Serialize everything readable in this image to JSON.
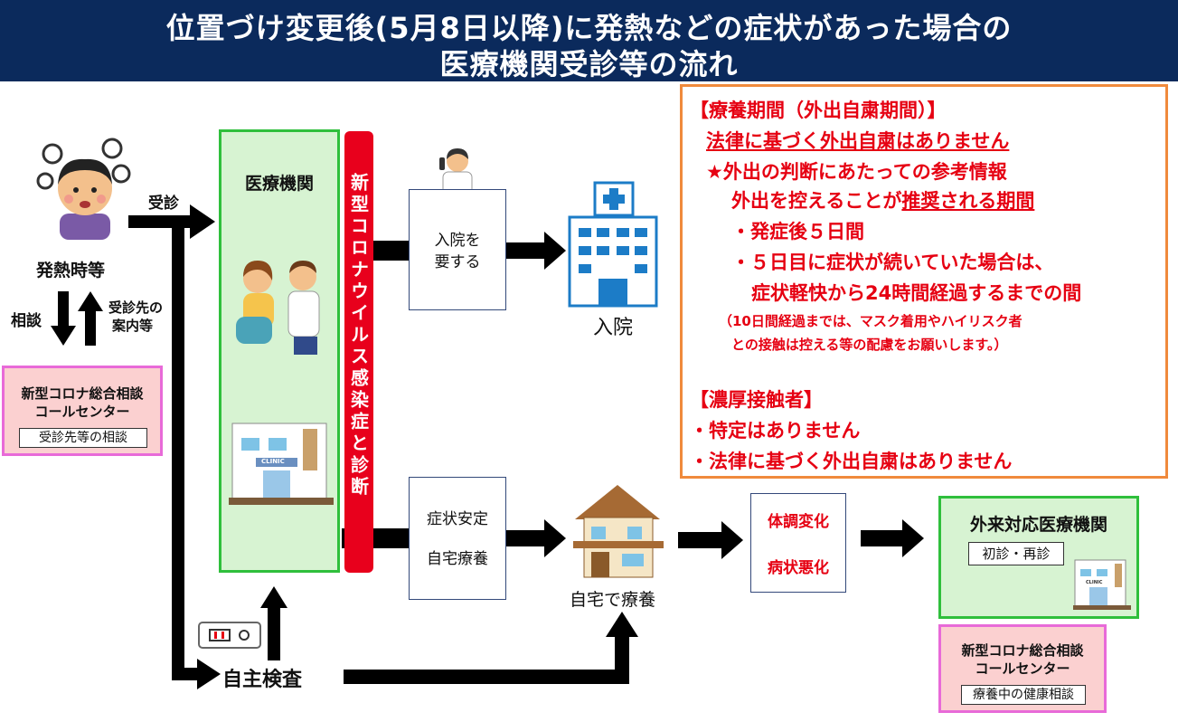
{
  "header": {
    "line1": "位置づけ変更後(5月8日以降)に発熱などの症状があった場合の",
    "line2": "医療機関受診等の流れ"
  },
  "left": {
    "jushin_label": "受診",
    "fever_label": "発熱時等",
    "soudan_label": "相談",
    "guide_label_1": "受診先の",
    "guide_label_2": "案内等",
    "center": {
      "title_1": "新型コロナ総合相談",
      "title_2": "コールセンター",
      "sub": "受診先等の相談"
    }
  },
  "medical": {
    "title": "医療機関",
    "diagnosis_bar": "新型コロナウイルス感染症と診断"
  },
  "admission": {
    "box_line1": "入院を",
    "box_line2": "要する",
    "hospital_label": "入院"
  },
  "home": {
    "box_line1": "症状安定",
    "box_line2": "自宅療養",
    "label": "自宅で療養"
  },
  "self_test_label": "自主検査",
  "change": {
    "line1": "体調変化",
    "line2": "病状悪化"
  },
  "outpatient": {
    "title": "外来対応医療機関",
    "sub": "初診・再診",
    "clinic_sign": "CLINIC"
  },
  "center2": {
    "title_1": "新型コロナ総合相談",
    "title_2": "コールセンター",
    "sub": "療養中の健康相談"
  },
  "info": {
    "period_heading": "【療養期間（外出自粛期間）】",
    "no_law": "法律に基づく外出自粛はありません",
    "ref_heading": "★外出の判断にあたっての参考情報",
    "recommend_prefix": "外出を控えることが",
    "recommend_ul": "推奨される期間",
    "bullet1": "・発症後５日間",
    "bullet2": "・５日目に症状が続いていた場合は、",
    "bullet2b": "症状軽快から24時間経過するまでの間",
    "note1": "（10日間経過までは、マスク着用やハイリスク者",
    "note2": "との接触は控える等の配慮をお願いします。）",
    "contact_heading": "【濃厚接触者】",
    "contact1": "・特定はありません",
    "contact2": "・法律に基づく外出自粛はありません"
  },
  "clinic_sign": "CLINIC",
  "colors": {
    "header_bg": "#0b2a5c",
    "accent_red": "#e60012",
    "green_border": "#2fbf3c",
    "green_fill": "#d7f3d2",
    "pink_border": "#e86ad8",
    "pink_fill": "#fbd0d0",
    "orange_border": "#f08a3c"
  }
}
